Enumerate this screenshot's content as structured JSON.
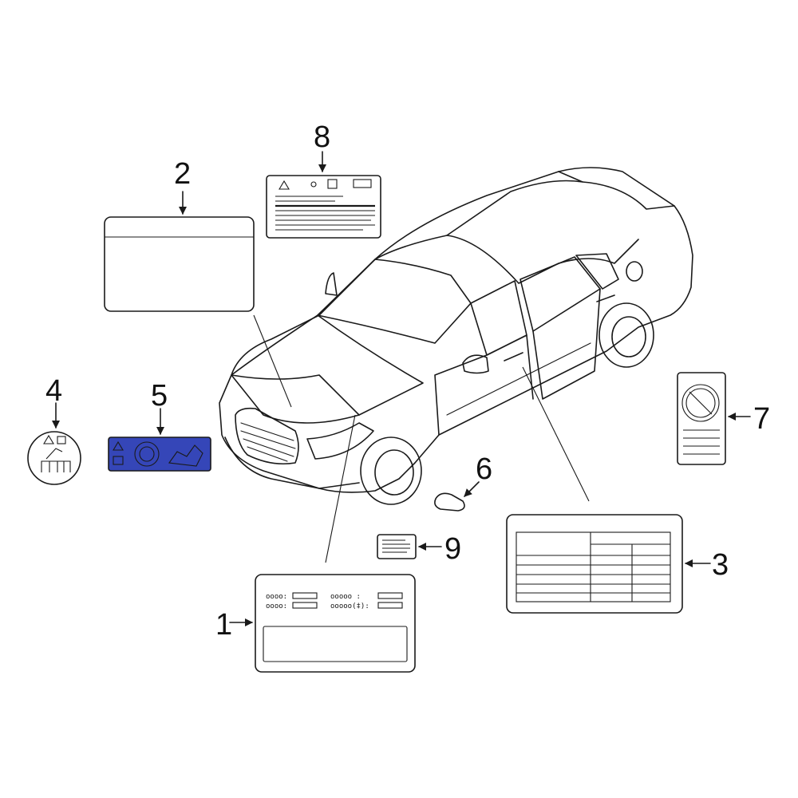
{
  "colors": {
    "line": "#1a1a1a",
    "highlight": "#3546b8",
    "background": "#ffffff"
  },
  "callouts": [
    {
      "id": "1",
      "label": "1"
    },
    {
      "id": "2",
      "label": "2"
    },
    {
      "id": "3",
      "label": "3"
    },
    {
      "id": "4",
      "label": "4"
    },
    {
      "id": "5",
      "label": "5"
    },
    {
      "id": "6",
      "label": "6"
    },
    {
      "id": "7",
      "label": "7"
    },
    {
      "id": "8",
      "label": "8"
    },
    {
      "id": "9",
      "label": "9"
    }
  ],
  "label1": {
    "row1_left": "oooo:",
    "row1_right": "ooooo  :",
    "row2_left": "oooo:",
    "row2_right": "ooooo(‡):"
  },
  "highlighted_part": "5"
}
